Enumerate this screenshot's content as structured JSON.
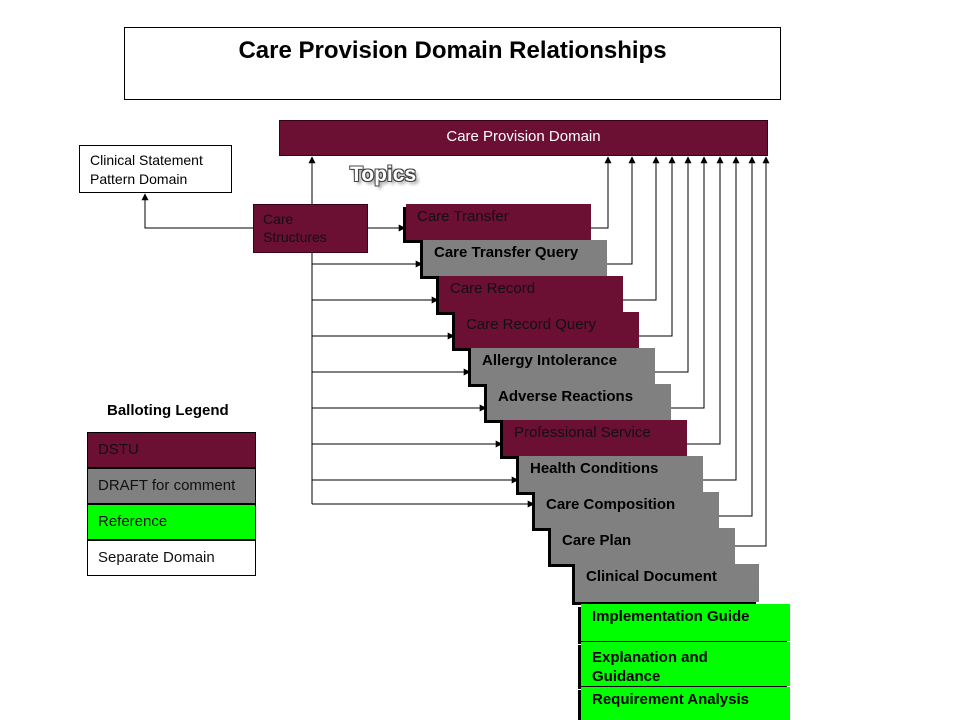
{
  "title": "Care Provision Domain Relationships",
  "domain_bar": "Care Provision Domain",
  "clinical_statement_box": "Clinical Statement Pattern Domain",
  "topics_label": "Topics",
  "care_structures": "Care Structures",
  "topics": [
    {
      "label": "Care Transfer",
      "status": "DSTU"
    },
    {
      "label": "Care Transfer Query",
      "status": "DRAFT for comment"
    },
    {
      "label": "Care Record",
      "status": "DSTU"
    },
    {
      "label": "Care Record Query",
      "status": "DSTU"
    },
    {
      "label": "Allergy Intolerance",
      "status": "DRAFT for comment"
    },
    {
      "label": "Adverse Reactions",
      "status": "DRAFT for comment"
    },
    {
      "label": "Professional Service",
      "status": "DSTU"
    },
    {
      "label": "Health Conditions",
      "status": "DRAFT for comment"
    },
    {
      "label": "Care Composition",
      "status": "DRAFT for comment"
    },
    {
      "label": "Care Plan",
      "status": "DRAFT for comment"
    },
    {
      "label": "Clinical Document",
      "status": "DRAFT for comment"
    }
  ],
  "reference_items": [
    "Implementation Guide",
    "Explanation and Guidance",
    "Requirement Analysis"
  ],
  "legend": {
    "title": "Balloting Legend",
    "items": [
      {
        "label": "DSTU",
        "color": "#6b0f33"
      },
      {
        "label": "DRAFT for comment",
        "color": "#808080"
      },
      {
        "label": "Reference",
        "color": "#00ff00"
      },
      {
        "label": "Separate Domain",
        "color": "#ffffff"
      }
    ]
  },
  "colors": {
    "dstu": "#6b0f33",
    "draft": "#808080",
    "reference": "#00ff00",
    "separate": "#ffffff"
  }
}
